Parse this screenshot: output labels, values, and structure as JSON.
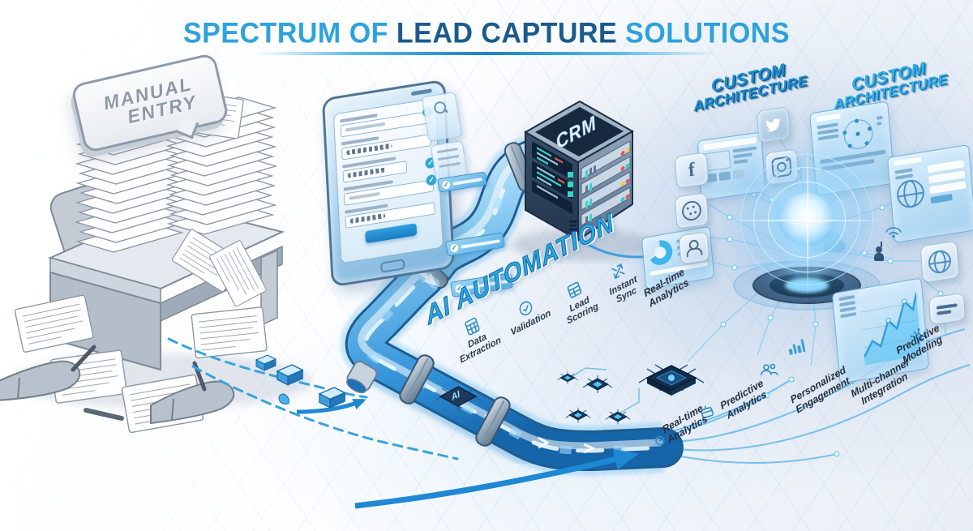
{
  "title": {
    "part1": "SPECTRUM OF ",
    "part2": "LEAD CAPTURE",
    "part3": " SOLUTIONS"
  },
  "manual_entry": {
    "line1": "MANUAL",
    "line2": "ENTRY"
  },
  "labels": {
    "crm": "CRM",
    "ai_chip": "AI",
    "ai_automation": "AI AUTOMATION"
  },
  "features": [
    {
      "line1": "Data",
      "line2": "Extraction"
    },
    {
      "line1": "Validation",
      "line2": ""
    },
    {
      "line1": "Lead",
      "line2": "Scoring"
    },
    {
      "line1": "Instant",
      "line2": "Sync"
    }
  ],
  "custom_architecture": {
    "left": {
      "line1": "CUSTOM",
      "line2": "ARCHITECTURE"
    },
    "right": {
      "line1": "CUSTOM",
      "line2": "ARCHITECTURE"
    }
  },
  "capabilities": [
    {
      "line1": "Real-time",
      "line2": "Analytics"
    },
    {
      "line1": "Predictive",
      "line2": "Modeling"
    },
    {
      "line1": "Multi-channel",
      "line2": "Integration"
    },
    {
      "line1": "Personalized",
      "line2": "Engagement"
    },
    {
      "line1": "Predictive",
      "line2": "Analytics"
    },
    {
      "line1": "Real-time",
      "line2": "Analytics"
    }
  ],
  "social": {
    "facebook_glyph": "f"
  },
  "colors": {
    "accent_blue": "#1e88d4",
    "light_blue": "#53b7e8",
    "deep_navy": "#1b5a8c",
    "pipe_blue": "#2f8fd6",
    "gray_ink": "#8d99a6",
    "dark_ink": "#232f3f"
  }
}
